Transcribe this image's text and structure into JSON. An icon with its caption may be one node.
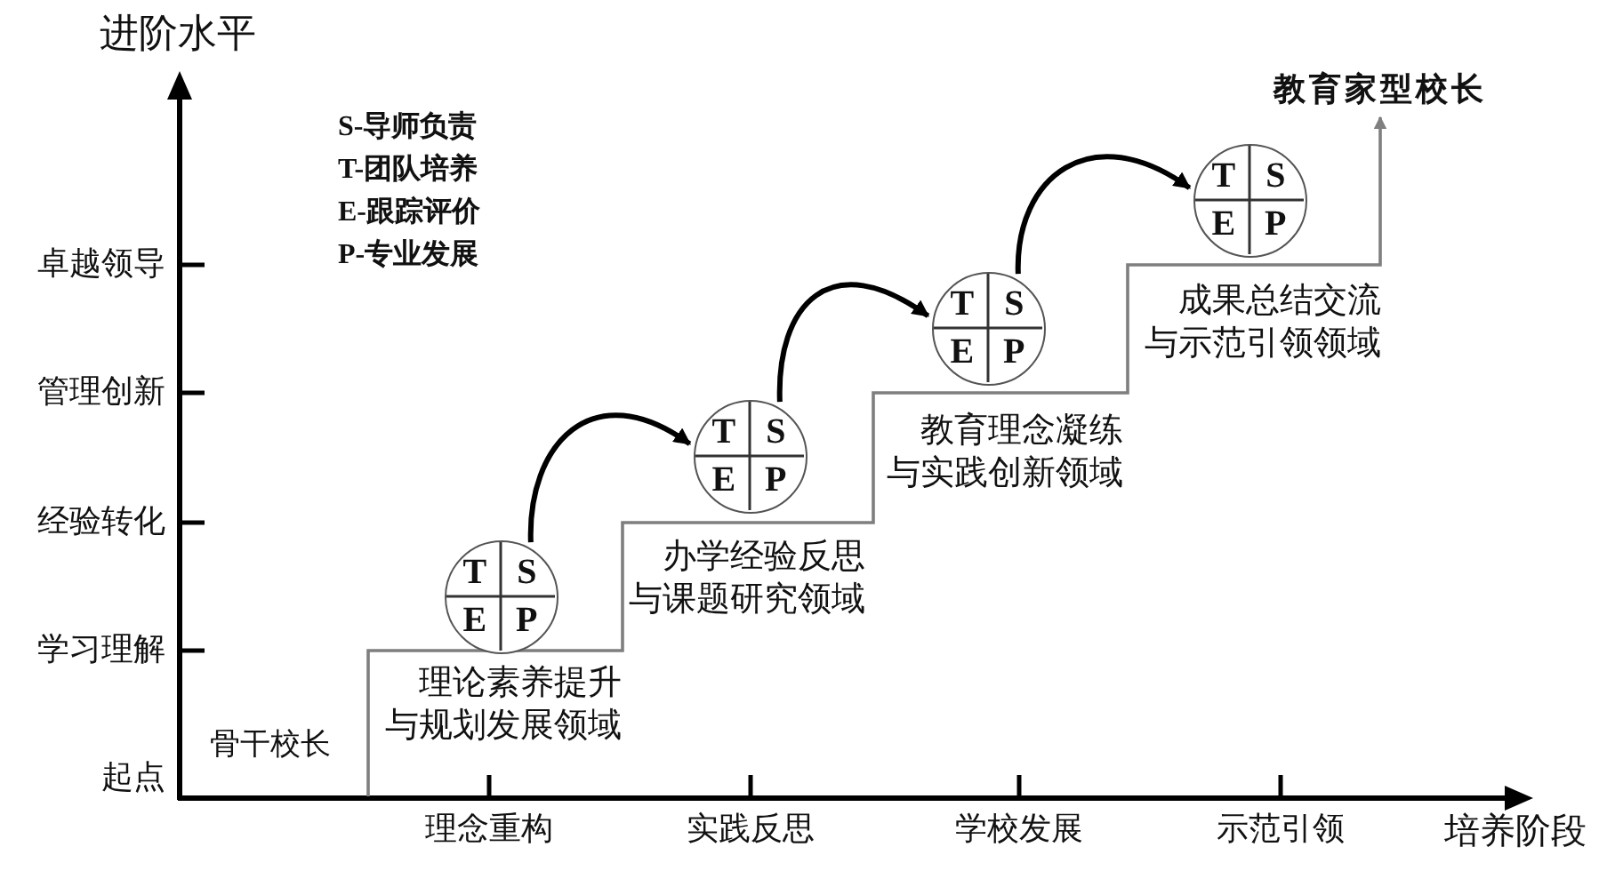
{
  "diagram": {
    "nodes": [
      {
        "text": [
          "T",
          "S",
          "E",
          "P"
        ]
      },
      {
        "text": [
          "T",
          "S",
          "E",
          "P"
        ]
      },
      {
        "text": [
          "T",
          "S",
          "E",
          "P"
        ]
      },
      {
        "text": [
          "T",
          "S",
          "E",
          "P"
        ]
      },
      {
        "text": [
          "教育家型校长"
        ]
      }
    ],
    "edges": [
      {
        "from": 0,
        "to": 1,
        "arrow": "to"
      },
      {
        "from": 1,
        "to": 2,
        "arrow": "to"
      },
      {
        "from": 2,
        "to": 3,
        "arrow": "to"
      },
      {
        "from": null,
        "to": 4,
        "arrow": "to",
        "color": "#7f7f7f"
      }
    ],
    "labels": [
      "进阶水平",
      "S-导师负责",
      "T-团队培养",
      "E-跟踪评价",
      "卓越领导",
      "P-专业发展",
      "管理创新",
      "经验转化",
      "学习理解",
      "起点",
      "成果总结交流与示范引领领域",
      "教育理念凝练与实践创新领域",
      "办学经验反思与课题研究领域",
      "理论素养提升与规划发展领域",
      "骨干校长",
      "理念重构",
      "实践反思",
      "学校发展",
      "示范引领",
      "培养阶段"
    ]
  }
}
